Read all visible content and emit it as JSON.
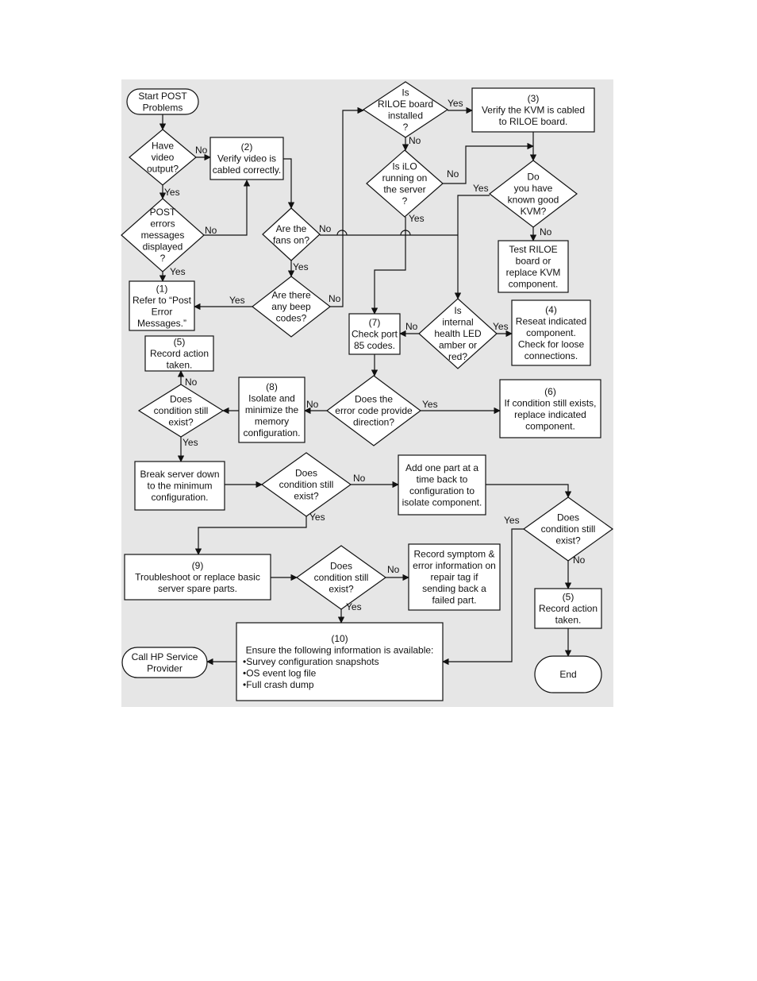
{
  "colors": {
    "background": "#e6e6e6",
    "line": "#111111",
    "box": "#ffffff"
  },
  "nodes": {
    "start": [
      "Start POST",
      "Problems"
    ],
    "have_video": [
      "Have",
      "video",
      "output?"
    ],
    "verify_video": [
      "(2)",
      "Verify video is",
      "cabled correctly."
    ],
    "post_errors": [
      "POST",
      "errors",
      "messages",
      "displayed",
      "?"
    ],
    "refer_post": [
      "(1)",
      "Refer to “Post",
      "Error",
      "Messages.”"
    ],
    "riloe_installed": [
      "Is",
      "RILOE board",
      "installed",
      "?"
    ],
    "verify_kvm": [
      "(3)",
      "Verify the KVM is cabled",
      "to RILOE board."
    ],
    "ilo_running": [
      "Is iLO",
      "running on",
      "the server",
      "?"
    ],
    "known_kvm": [
      "Do",
      "you have",
      "known good",
      "KVM?"
    ],
    "test_riloe": [
      "Test RILOE",
      "board or",
      "replace KVM",
      "component."
    ],
    "fans_on": [
      "Are the",
      "fans on?"
    ],
    "beep_codes": [
      "Are there",
      "any beep",
      "codes?"
    ],
    "check_port": [
      "(7)",
      "Check port",
      "85 codes."
    ],
    "health_led": [
      "Is",
      "internal",
      "health LED",
      "amber or",
      "red?"
    ],
    "reseat": [
      "(4)",
      "Reseat indicated",
      "component.",
      "Check for loose",
      "connections."
    ],
    "record5a": [
      "(5)",
      "Record action",
      "taken."
    ],
    "cond_still_1": [
      "Does",
      "condition still",
      "exist?"
    ],
    "isolate_mem": [
      "(8)",
      "Isolate and",
      "minimize the",
      "memory",
      "configuration."
    ],
    "error_direction": [
      "Does the",
      "error code provide",
      "direction?"
    ],
    "replace6": [
      "(6)",
      "If condition still exists,",
      "replace indicated",
      "component."
    ],
    "break_down": [
      "Break server down",
      "to the minimum",
      "configuration."
    ],
    "cond_still_2": [
      "Does",
      "condition still",
      "exist?"
    ],
    "add_part": [
      "Add one part at a",
      "time back to",
      "configuration to",
      "isolate component."
    ],
    "cond_still_3": [
      "Does",
      "condition still",
      "exist?"
    ],
    "troubleshoot9": [
      "(9)",
      "Troubleshoot or replace basic",
      "server spare parts."
    ],
    "cond_still_4": [
      "Does",
      "condition still",
      "exist?"
    ],
    "record_symptom": [
      "Record symptom &",
      "error information on",
      "repair tag if",
      "sending back a",
      "failed part."
    ],
    "record5b": [
      "(5)",
      "Record action",
      "taken."
    ],
    "info10": [
      "(10)",
      "Ensure the following information is available:",
      "•Survey configuration snapshots",
      "•OS event log file",
      "•Full crash dump"
    ],
    "call_hp": [
      "Call HP Service",
      "Provider"
    ],
    "end": [
      "End"
    ]
  },
  "edge_labels": {
    "yes": "Yes",
    "no": "No"
  }
}
